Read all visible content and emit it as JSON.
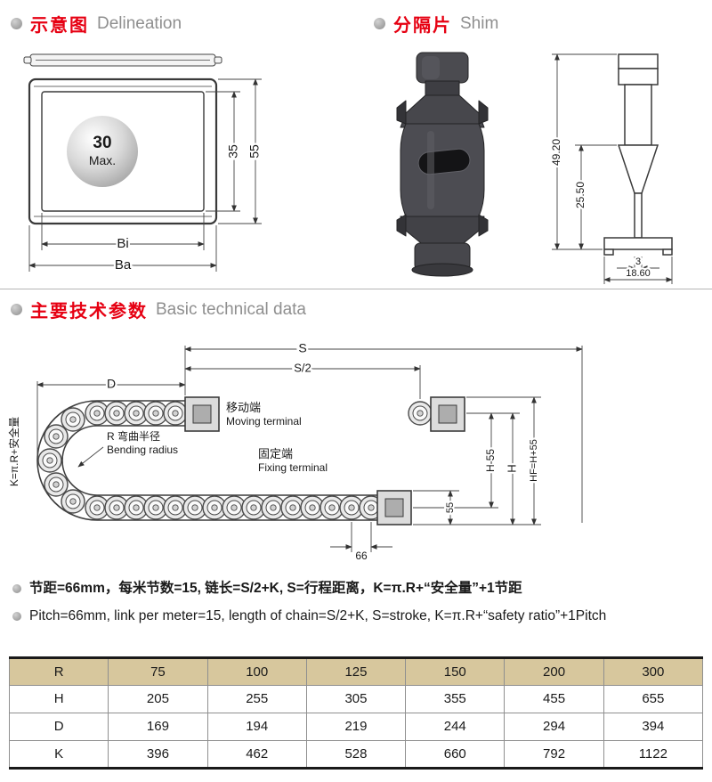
{
  "sections": {
    "delineation": {
      "zh": "示意图",
      "en": "Delineation"
    },
    "shim": {
      "zh": "分隔片",
      "en": "Shim"
    },
    "technical": {
      "zh": "主要技术参数",
      "en": "Basic technical data"
    }
  },
  "fig_delineation": {
    "sphere_value": "30",
    "sphere_label": "Max.",
    "dim_inner_height": "35",
    "dim_outer_height": "55",
    "dim_inner_width": "Bi",
    "dim_outer_width": "Ba"
  },
  "fig_shim": {
    "dim_total_height": "49.20",
    "dim_mid_height": "25.50",
    "dim_stem_width": "3",
    "dim_base_width": "18.60"
  },
  "diagram": {
    "dim_s": "S",
    "dim_s_half": "S/2",
    "dim_d": "D",
    "dim_h_minus_55": "H-55",
    "dim_h": "H",
    "dim_55": "55",
    "dim_66": "66",
    "dim_hf": "HF=H+55",
    "k_formula": "K=π.R+安全量",
    "moving_zh": "移动端",
    "moving_en": "Moving terminal",
    "fixing_zh": "固定端",
    "fixing_en": "Fixing terminal",
    "bending_zh": "R 弯曲半径",
    "bending_en": "Bending radius"
  },
  "notes": {
    "zh": "节距=66mm，每米节数=15, 链长=S/2+K, S=行程距离，K=π.R+“安全量”+1节距",
    "en": "Pitch=66mm, link per meter=15, length of chain=S/2+K, S=stroke, K=π.R+“safety ratio”+1Pitch"
  },
  "table": {
    "header": [
      "R",
      "75",
      "100",
      "125",
      "150",
      "200",
      "300"
    ],
    "rows": [
      [
        "H",
        "205",
        "255",
        "305",
        "355",
        "455",
        "655"
      ],
      [
        "D",
        "169",
        "194",
        "219",
        "244",
        "294",
        "394"
      ],
      [
        "K",
        "396",
        "462",
        "528",
        "660",
        "792",
        "1122"
      ]
    ]
  }
}
